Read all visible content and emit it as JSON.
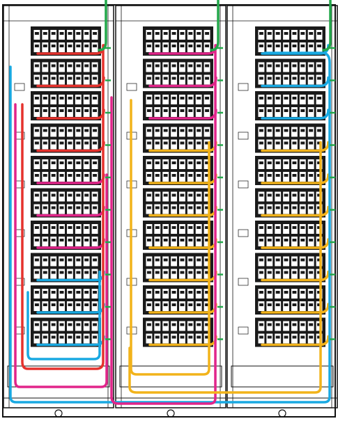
{
  "colors": {
    "background": "#ffffff",
    "frame": "#111111",
    "shelf": "#1a1a1a",
    "slot": "#ffffff",
    "red": "#e5322d",
    "magenta": "#e1258a",
    "cyan": "#19a9e2",
    "yellow": "#f2b31a",
    "green": "#22a74a"
  },
  "cabinets": [
    {
      "id": "left",
      "shelf_wires": [
        "red",
        "red",
        "red",
        "red",
        "magenta",
        "magenta",
        "magenta",
        "cyan",
        "cyan",
        "cyan"
      ]
    },
    {
      "id": "middle",
      "shelf_wires": [
        "magenta",
        "magenta",
        "magenta",
        "yellow",
        "yellow",
        "yellow",
        "yellow",
        "yellow",
        "yellow",
        "yellow"
      ]
    },
    {
      "id": "right",
      "shelf_wires": [
        "cyan",
        "cyan",
        "cyan",
        "yellow",
        "yellow",
        "yellow",
        "yellow",
        "yellow",
        "yellow",
        "yellow"
      ]
    }
  ],
  "icons": {
    "feed_wire": "green-feed-wire-icon",
    "foot": "circle-foot-icon"
  }
}
